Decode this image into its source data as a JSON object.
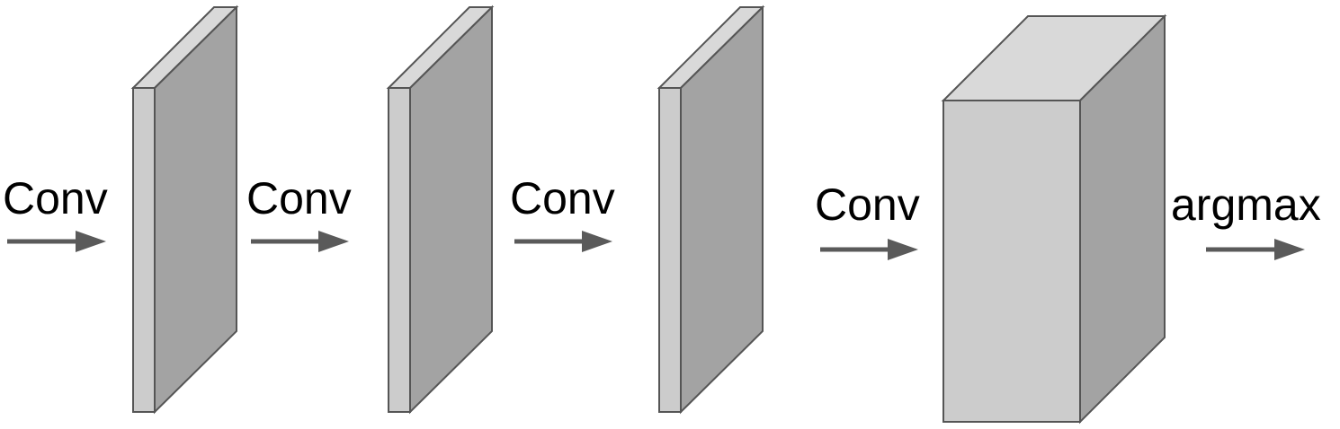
{
  "labels": {
    "step1": "Conv",
    "step2": "Conv",
    "step3": "Conv",
    "step4": "Conv",
    "step5": "argmax"
  },
  "colors": {
    "background": "#ffffff",
    "stroke": "#555555",
    "arrow": "#5a5a5a",
    "face_front_light": "#cccccc",
    "face_top_light": "#d9d9d9",
    "face_side_dark": "#a3a3a3"
  }
}
